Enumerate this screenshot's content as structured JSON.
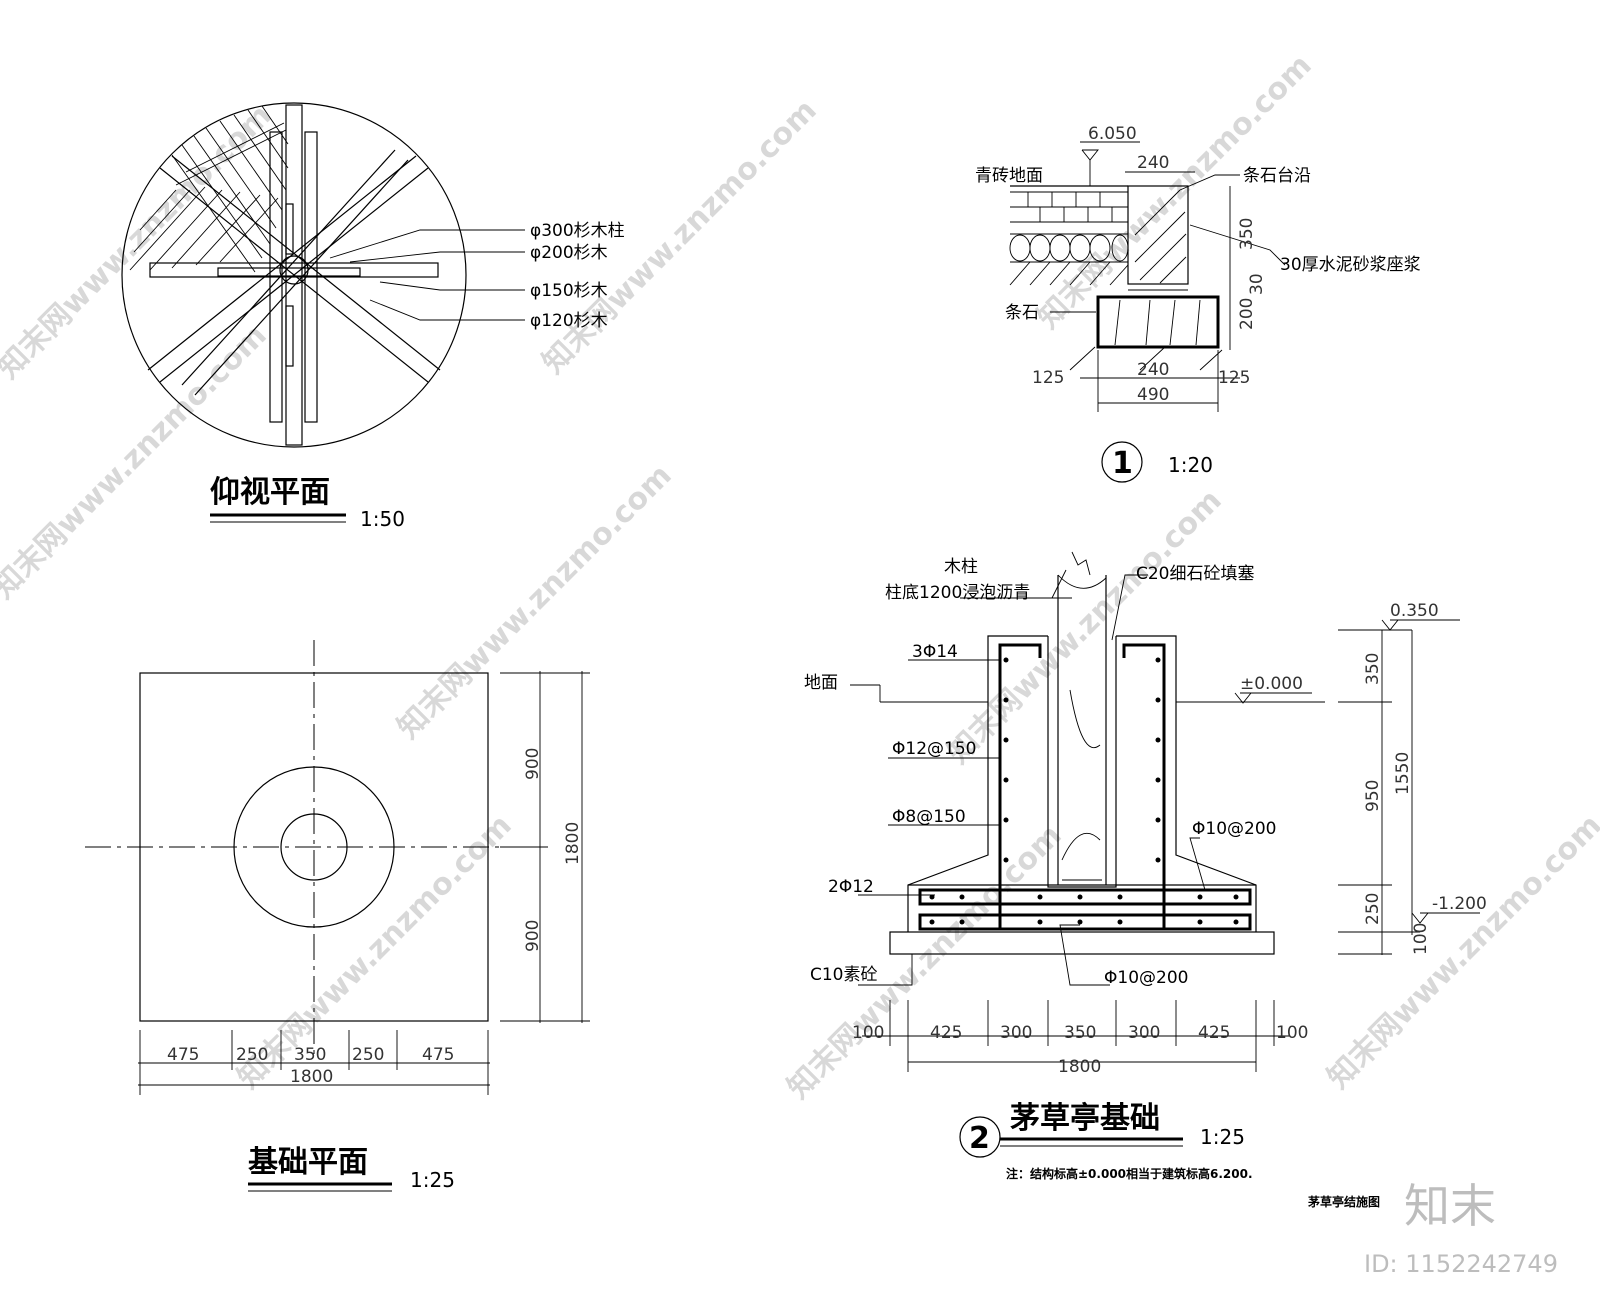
{
  "watermark": {
    "text": "知末网www.znzmo.com"
  },
  "brand": {
    "logo": "知末",
    "id": "ID: 1152242749"
  },
  "plan_bottom": {
    "title": "仰视平面",
    "scale": "1:50",
    "labels": [
      "φ300杉木柱",
      "φ200杉木",
      "φ150杉木",
      "φ120杉木"
    ]
  },
  "detail1": {
    "number": "1",
    "scale": "1:20",
    "elevation": "6.050",
    "labels": {
      "floor": "青砖地面",
      "curb": "条石台沿",
      "mortar": "30厚水泥砂浆座浆",
      "stone": "条石"
    },
    "dims": {
      "top": "240",
      "h1": "350",
      "h2": "30",
      "h3": "200",
      "b1": "125",
      "b2": "240",
      "b3": "125",
      "total": "490"
    }
  },
  "foundation_plan": {
    "title": "基础平面",
    "scale": "1:25",
    "dims_h": [
      "475",
      "250",
      "350",
      "250",
      "475"
    ],
    "total_h": "1800",
    "dims_v": [
      "900",
      "900"
    ],
    "total_v": "1800"
  },
  "detail2": {
    "number": "2",
    "title": "茅草亭基础",
    "scale": "1:25",
    "labels": {
      "column": "木柱",
      "column_note": "柱底1200浸泡沥青",
      "fill": "C20细石砼填塞",
      "bar_top": "3Φ14",
      "ground": "地面",
      "bar_v": "Φ12@150",
      "bar_h": "Φ8@150",
      "bar_b1": "2Φ12",
      "bar_b2": "Φ10@200",
      "bar_b3": "Φ10@200",
      "base": "C10素砼"
    },
    "elevations": {
      "top": "0.350",
      "ground": "±0.000",
      "bottom": "-1.200"
    },
    "dims_v": [
      "350",
      "950",
      "250",
      "100"
    ],
    "total_v": "1550",
    "dims_h": [
      "100",
      "425",
      "300",
      "350",
      "300",
      "425",
      "100"
    ],
    "total_h": "1800",
    "note": "注：结构标高±0.000相当于建筑标高6.200.",
    "sheet": "茅草亭结施图"
  }
}
